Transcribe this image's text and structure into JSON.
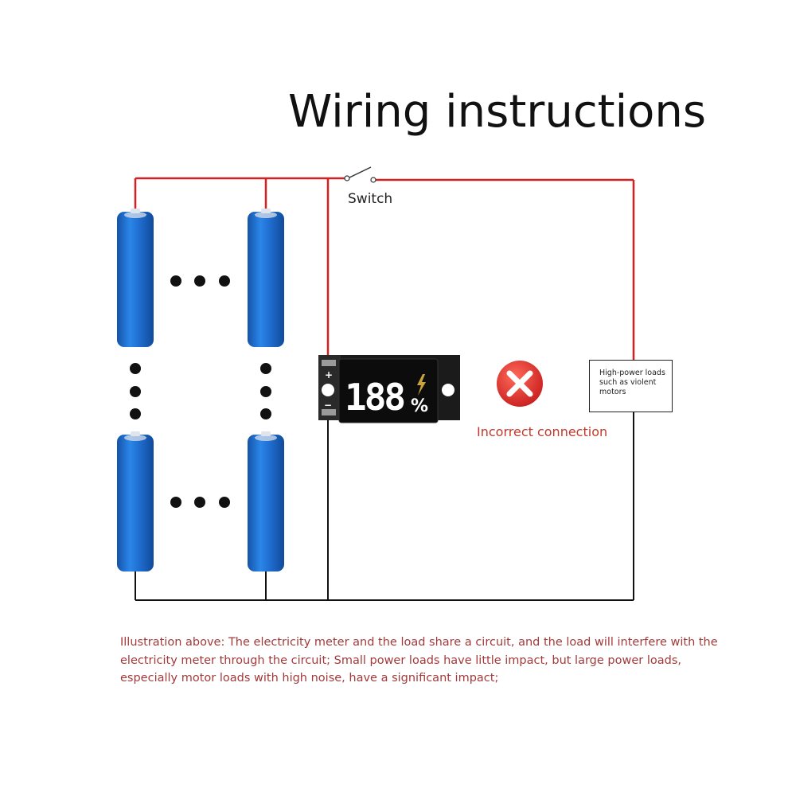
{
  "title": "Wiring instructions",
  "switch_label": "Switch",
  "meter": {
    "plus_label": "+",
    "minus_label": "−",
    "digits": "188",
    "unit": "%",
    "charging_icon": "lightning-bolt-icon"
  },
  "error": {
    "icon": "red-x-icon",
    "label": "Incorrect connection"
  },
  "load": {
    "line1": "High-power loads",
    "line2": "such as violent",
    "line3": "motors"
  },
  "caption": {
    "line1": "Illustration above: The electricity meter and the load share a circuit, and the load will interfere with the",
    "line2": "electricity meter through the circuit; Small power loads have little impact, but large power loads,",
    "line3": "especially motor loads with high noise, have a significant impact;"
  },
  "colors": {
    "positive_wire": "#d42020",
    "negative_wire": "#111111",
    "battery": "#1f6fd1",
    "error": "#d92b2b",
    "caption": "#a33a3a",
    "meter_digit_lit": "#ffffff",
    "meter_digit_dim": "#e8e6a0",
    "bolt": "#c9a43a"
  }
}
